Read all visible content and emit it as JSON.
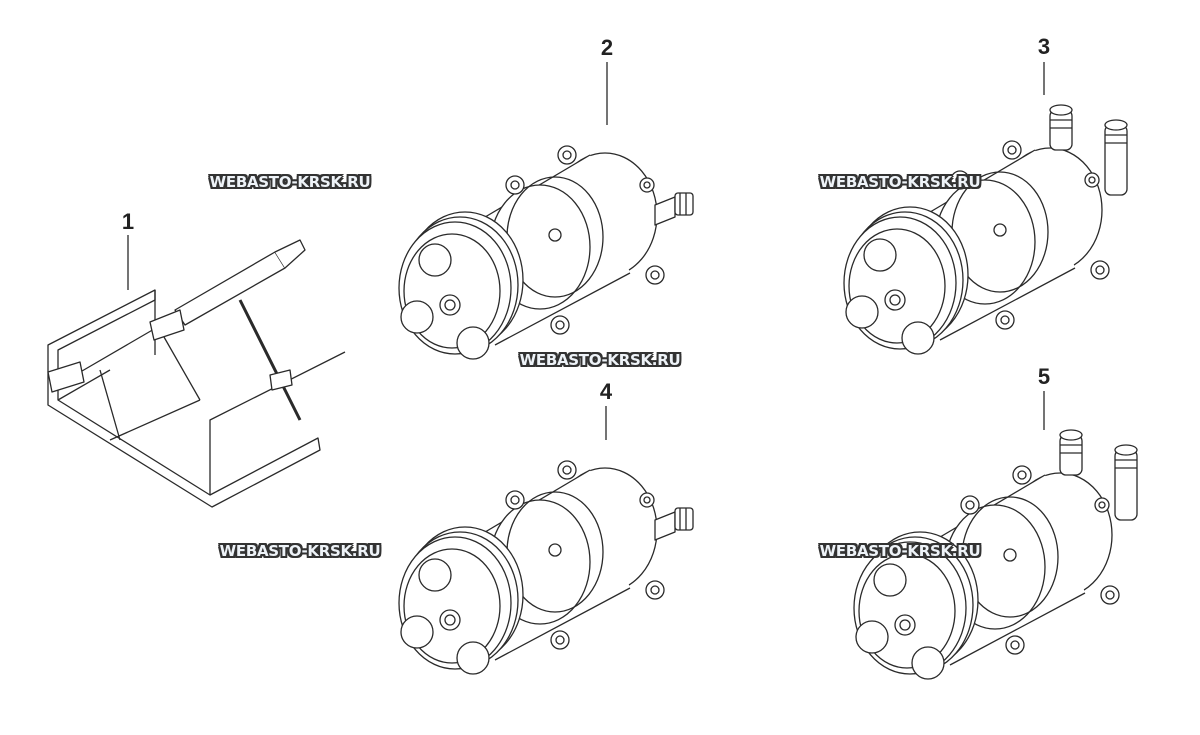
{
  "diagram": {
    "callouts": [
      "1",
      "2",
      "3",
      "4",
      "5"
    ],
    "watermark": "WEBASTO-KRSK.RU",
    "line_color": "#2a2a2a"
  }
}
